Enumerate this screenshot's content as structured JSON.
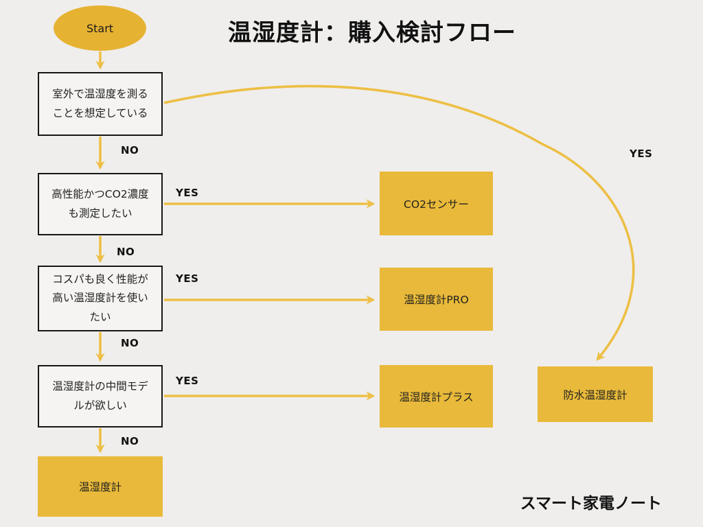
{
  "title": "温湿度計：購入検討フロー",
  "footer": "スマート家電ノート",
  "colors": {
    "background": "#efeeec",
    "node_yellow": "#e8b93a",
    "arrow_yellow": "#edbf45",
    "question_fill": "#f5f4f2",
    "border": "#161616",
    "text": "#111111"
  },
  "nodes": {
    "start": {
      "label": "Start",
      "type": "terminator"
    },
    "q1": {
      "label": "室外で温湿度を測ることを想定している",
      "type": "question"
    },
    "q2": {
      "label": "高性能かつCO2濃度も測定したい",
      "type": "question"
    },
    "q3": {
      "label": "コスパも良く性能が高い温湿度計を使いたい",
      "type": "question"
    },
    "q4": {
      "label": "温湿度計の中間モデルが欲しい",
      "type": "question"
    },
    "result_basic": {
      "label": "温湿度計",
      "type": "result"
    },
    "result_co2": {
      "label": "CO2センサー",
      "type": "result"
    },
    "result_pro": {
      "label": "温湿度計PRO",
      "type": "result"
    },
    "result_plus": {
      "label": "温湿度計プラス",
      "type": "result"
    },
    "result_waterproof": {
      "label": "防水温湿度計",
      "type": "result"
    }
  },
  "edges": {
    "q1_yes": {
      "label": "YES",
      "from": "q1",
      "to": "result_waterproof"
    },
    "q1_no": {
      "label": "NO",
      "from": "q1",
      "to": "q2"
    },
    "q2_yes": {
      "label": "YES",
      "from": "q2",
      "to": "result_co2"
    },
    "q2_no": {
      "label": "NO",
      "from": "q2",
      "to": "q3"
    },
    "q3_yes": {
      "label": "YES",
      "from": "q3",
      "to": "result_pro"
    },
    "q3_no": {
      "label": "NO",
      "from": "q3",
      "to": "q4"
    },
    "q4_yes": {
      "label": "YES",
      "from": "q4",
      "to": "result_plus"
    },
    "q4_no": {
      "label": "NO",
      "from": "q4",
      "to": "result_basic"
    }
  }
}
